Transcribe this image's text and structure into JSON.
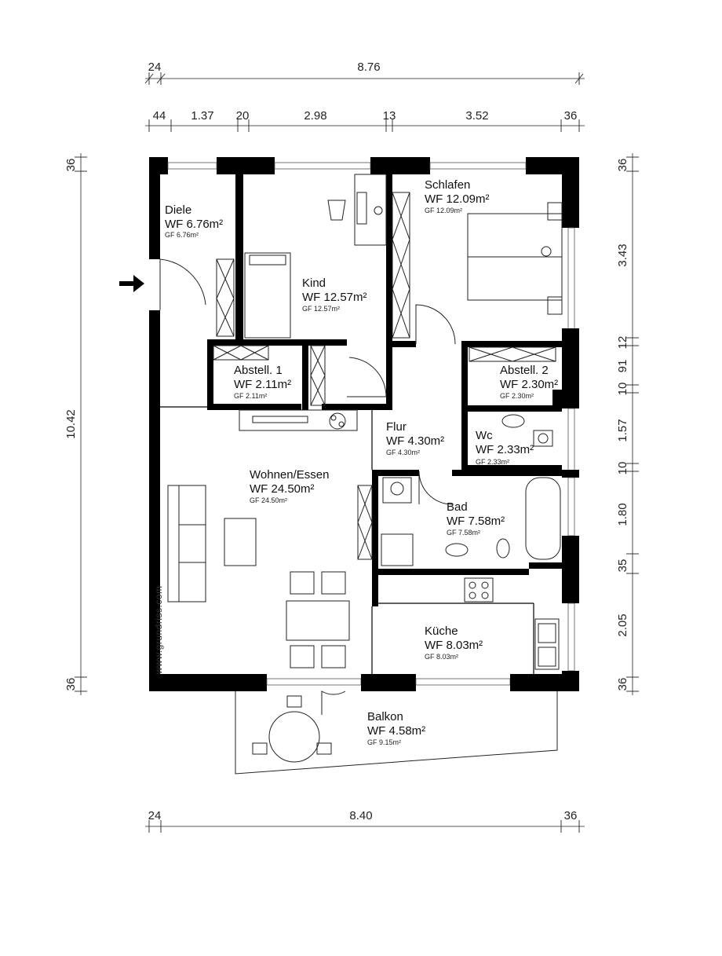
{
  "dimensions": {
    "top_total": [
      "24",
      "8.76"
    ],
    "top_segments": [
      "44",
      "1.37",
      "20",
      "2.98",
      "13",
      "3.52",
      "36"
    ],
    "bottom": [
      "24",
      "8.40",
      "36"
    ],
    "left": [
      "36",
      "10.42",
      "36"
    ],
    "right": [
      "36",
      "3.43",
      "12",
      "91",
      "10",
      "1.57",
      "10",
      "1.80",
      "35",
      "2.05",
      "36"
    ]
  },
  "rooms": {
    "diele": {
      "name": "Diele",
      "wf": "WF 6.76m²",
      "gf": "GF 6.76m²"
    },
    "kind": {
      "name": "Kind",
      "wf": "WF 12.57m²",
      "gf": "GF 12.57m²"
    },
    "schlafen": {
      "name": "Schlafen",
      "wf": "WF 12.09m²",
      "gf": "GF 12.09m²"
    },
    "abstell1": {
      "name": "Abstell. 1",
      "wf": "WF 2.11m²",
      "gf": "GF 2.11m²"
    },
    "abstell2": {
      "name": "Abstell. 2",
      "wf": "WF 2.30m²",
      "gf": "GF 2.30m²"
    },
    "flur": {
      "name": "Flur",
      "wf": "WF 4.30m²",
      "gf": "GF 4.30m²"
    },
    "wc": {
      "name": "Wc",
      "wf": "WF 2.33m²",
      "gf": "GF 2.33m²"
    },
    "wohnen": {
      "name": "Wohnen/Essen",
      "wf": "WF 24.50m²",
      "gf": "GF 24.50m²"
    },
    "bad": {
      "name": "Bad",
      "wf": "WF 7.58m²",
      "gf": "GF 7.58m²"
    },
    "kueche": {
      "name": "Küche",
      "wf": "WF 8.03m²",
      "gf": "GF 8.03m²"
    },
    "balkon": {
      "name": "Balkon",
      "wf": "WF 4.58m²",
      "gf": "GF 9.15m²"
    }
  },
  "watermark": "www.grundriss.com",
  "icons": {
    "entrance": "entrance-arrow-icon"
  }
}
